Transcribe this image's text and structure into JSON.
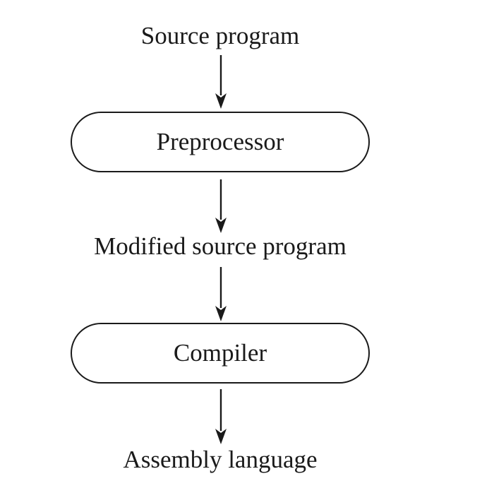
{
  "diagram": {
    "nodes": [
      {
        "id": "source",
        "kind": "label",
        "text": "Source program"
      },
      {
        "id": "preprocessor",
        "kind": "rounded-box",
        "text": "Preprocessor"
      },
      {
        "id": "modified",
        "kind": "label",
        "text": "Modified source program"
      },
      {
        "id": "compiler",
        "kind": "rounded-box",
        "text": "Compiler"
      },
      {
        "id": "assembly",
        "kind": "label",
        "text": "Assembly language"
      }
    ],
    "edges": [
      {
        "from": "source",
        "to": "preprocessor"
      },
      {
        "from": "preprocessor",
        "to": "modified"
      },
      {
        "from": "modified",
        "to": "compiler"
      },
      {
        "from": "compiler",
        "to": "assembly"
      }
    ],
    "line_color": "#1a1a1a"
  }
}
